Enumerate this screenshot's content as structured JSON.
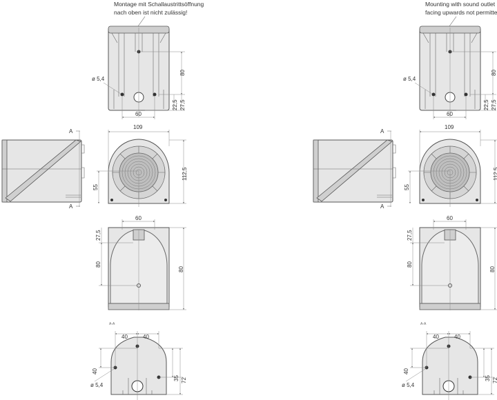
{
  "left": {
    "note_line1": "Montage mit Schallaustrittsöffnung",
    "note_line2": "nach oben ist nicht zulässig!"
  },
  "right": {
    "note_line1": "Mounting with sound outlet",
    "note_line2": "facing upwards not permitted"
  },
  "labels": {
    "top_view": {
      "d80": "80",
      "d22_5": "22,5",
      "d27_5": "27,5",
      "d60": "60",
      "hole": "ø 5,4"
    },
    "side_view": {
      "section_top": "A",
      "section_bottom": "A"
    },
    "front_view": {
      "width": "109",
      "height": "112,5",
      "center": "55"
    },
    "rear_view": {
      "d60": "60",
      "d27_5": "27,5",
      "d80_left": "80",
      "d80_right": "80",
      "section": "A-A"
    },
    "section_view": {
      "d40_left": "40",
      "d40_right": "40",
      "d40_vert": "40",
      "d35": "35",
      "d72": "72",
      "hole": "ø 5,4"
    }
  }
}
